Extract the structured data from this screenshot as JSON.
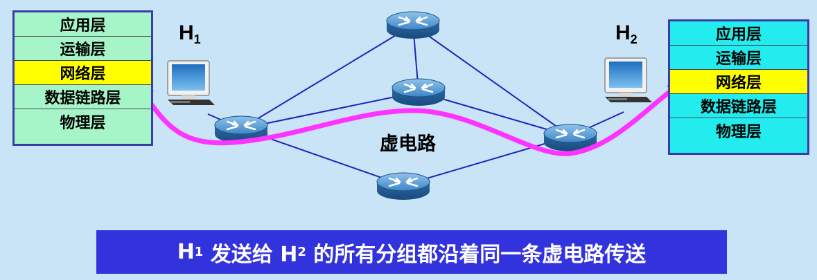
{
  "hosts": {
    "left": {
      "label": "H",
      "subscript": "1"
    },
    "right": {
      "label": "H",
      "subscript": "2"
    }
  },
  "protocol_stack_left": {
    "layers": [
      "应用层",
      "运输层",
      "网络层",
      "数据链路层",
      "物理层"
    ],
    "highlighted_layer": "网络层"
  },
  "protocol_stack_right": {
    "layers": [
      "应用层",
      "运输层",
      "网络层",
      "数据链路层",
      "物理层"
    ],
    "highlighted_layer": "网络层"
  },
  "virtual_circuit_label": "虚电路",
  "caption": {
    "part1": "H",
    "sub1": "1",
    "part2": " 发送给 H",
    "sub2": "2",
    "part3": " 的所有分组都沿着同一条虚电路传送"
  },
  "colors": {
    "background": "#c8e4f6",
    "left_stack": "#a6f5c8",
    "right_stack": "#22ecee",
    "highlight": "#ffff00",
    "virtual_circuit": "#ff33ff",
    "links": "#2222bb",
    "banner": "#3333dd"
  }
}
